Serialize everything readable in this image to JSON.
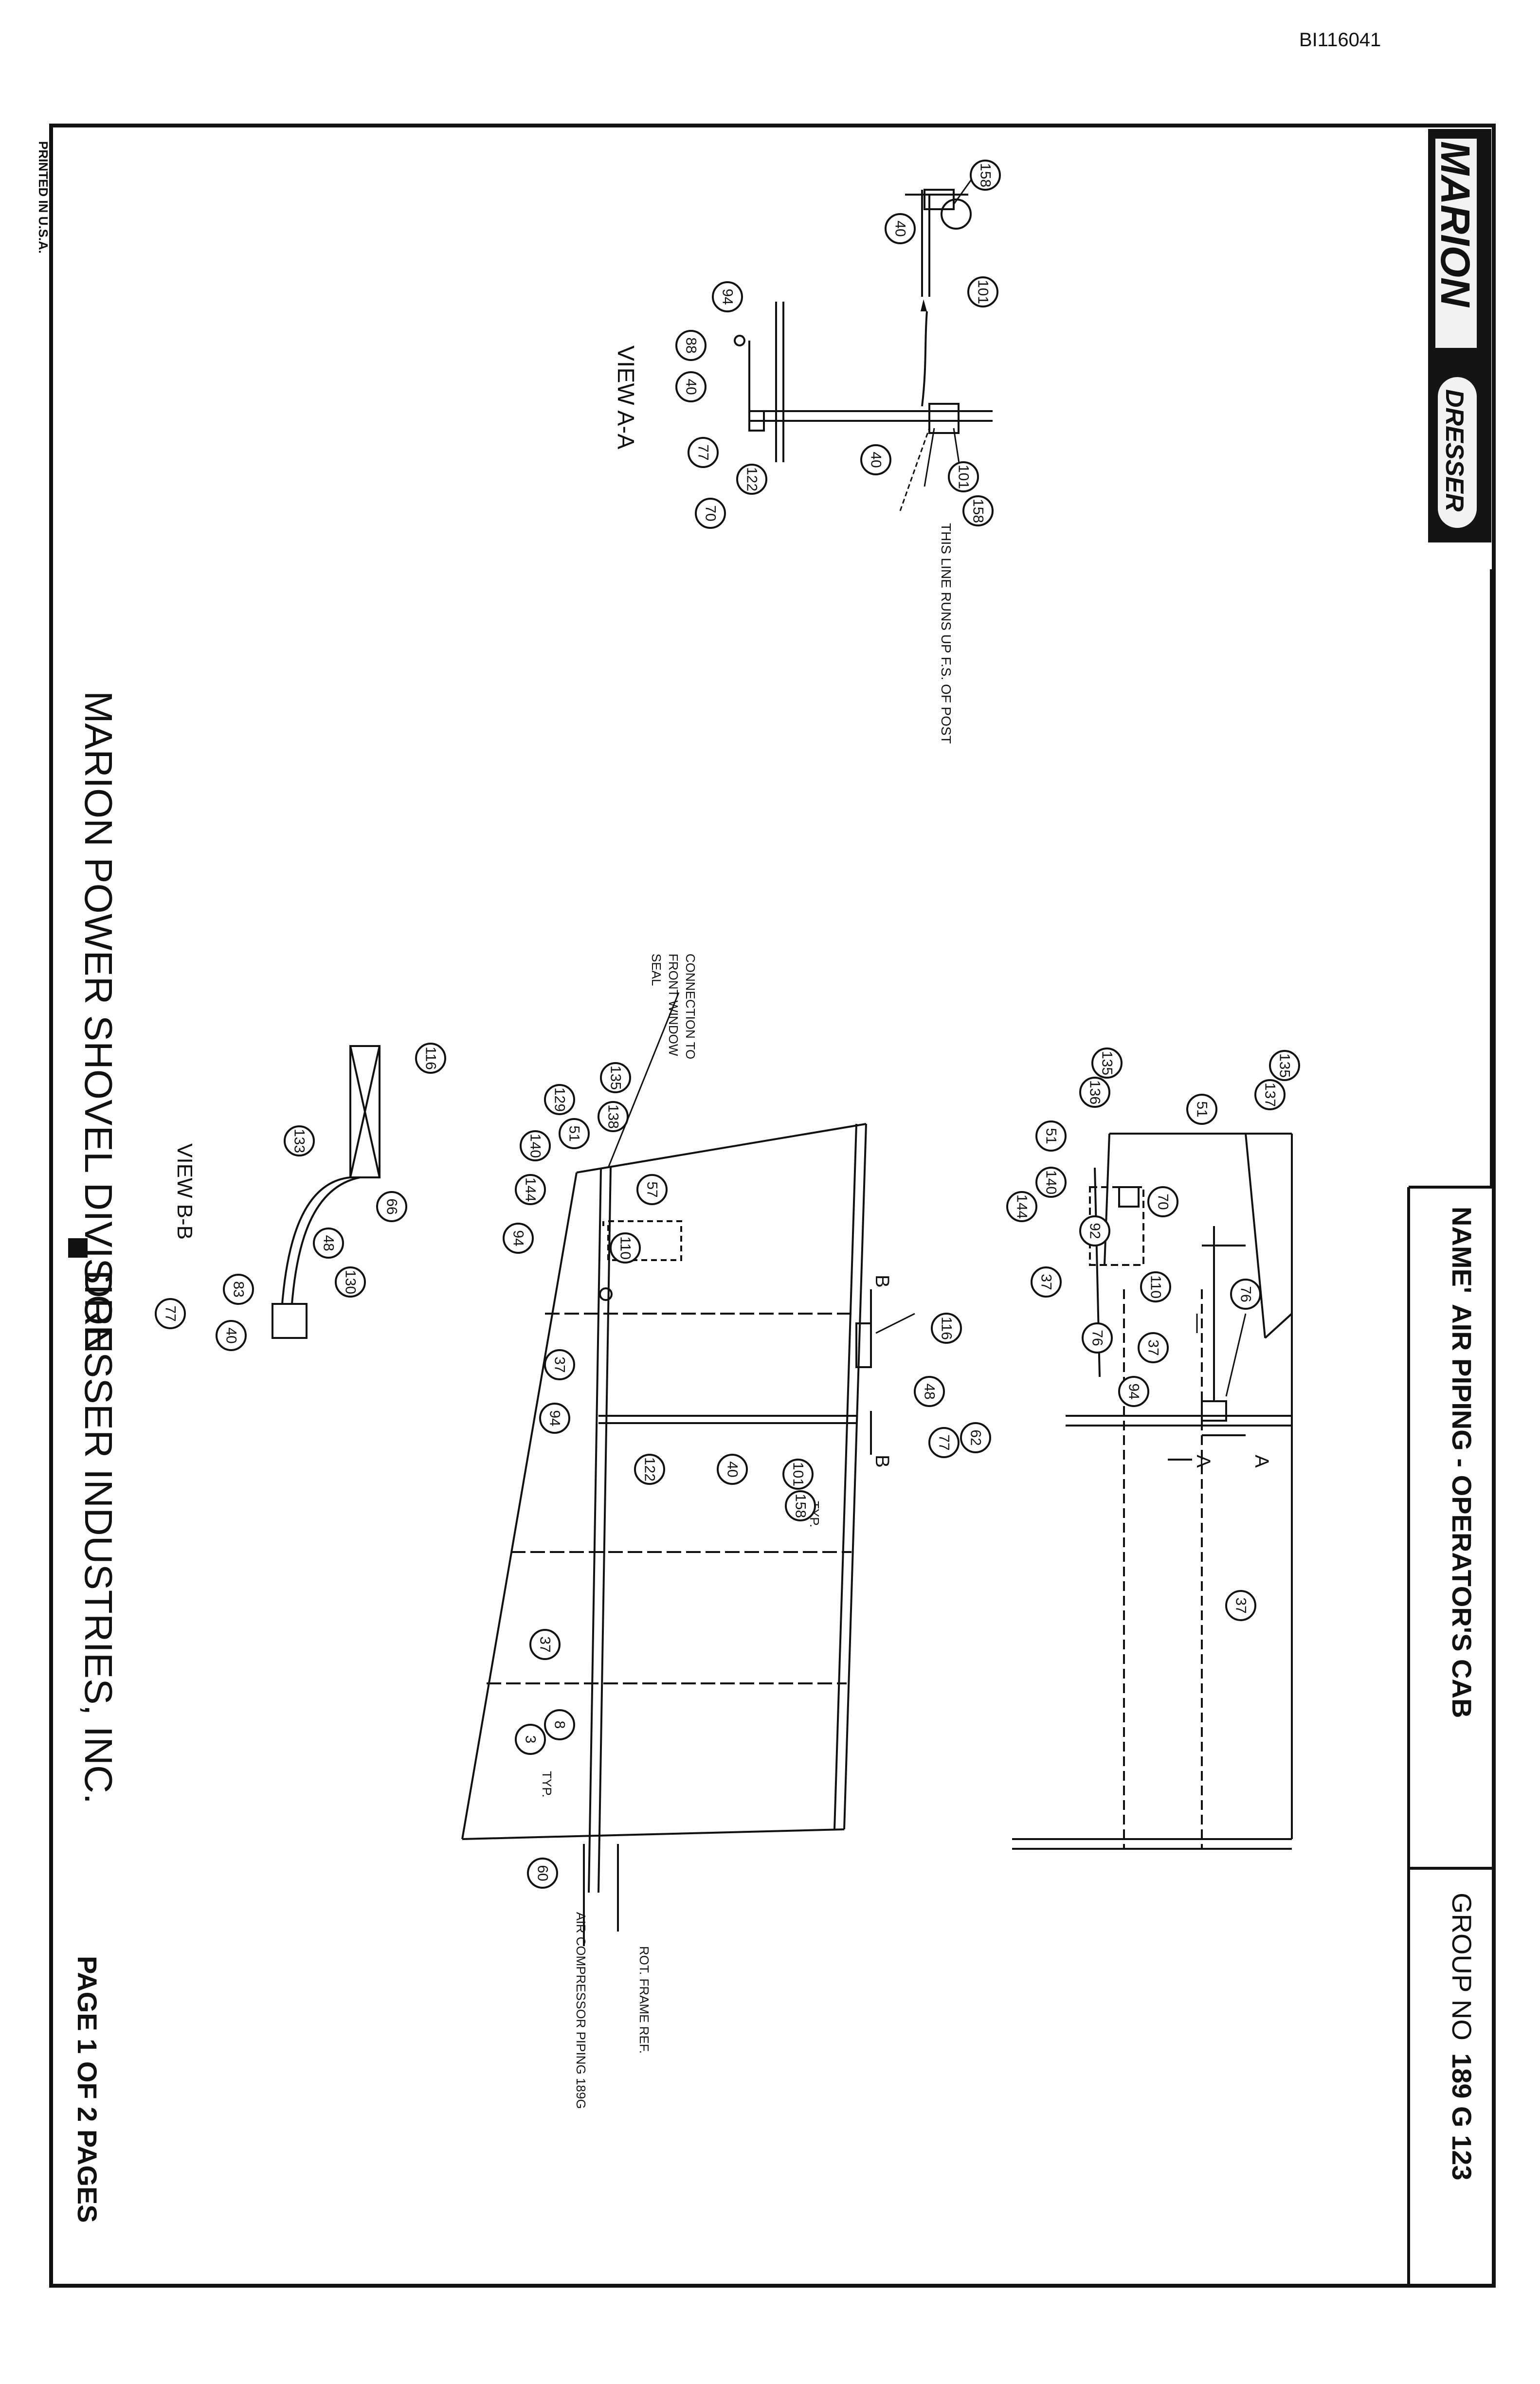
{
  "doc_id": "BI116041",
  "printed": "PRINTED IN U.S.A.",
  "brand": {
    "marion": "MARION",
    "dresser": "DRESSER"
  },
  "title_block": {
    "name_label": "NAME'",
    "name_value": "AIR PIPING - OPERATOR'S CAB",
    "group_label": "GROUP NO",
    "group_value": "189 G 123"
  },
  "footer": {
    "division": "MARION POWER SHOVEL DIVISION",
    "company": "DRESSER INDUSTRIES, INC.",
    "page": "PAGE 1 OF 2 PAGES"
  },
  "notes": {
    "view_aa": "VIEW A-A",
    "view_bb": "VIEW B-B",
    "post_line": "THIS LINE RUNS UP F.S. OF POST",
    "connection": [
      "CONNECTION TO",
      "FRONT WINDOW",
      "SEAL"
    ],
    "rot_frame": "ROT. FRAME REF.",
    "air_comp": "AIR COMPRESSOR PIPING 189G",
    "typ": "TYP.",
    "sec_a": "A",
    "sec_b": "B"
  },
  "callouts": {
    "aa_158a": "158",
    "aa_40a": "40",
    "aa_101a": "101",
    "aa_94": "94",
    "aa_88": "88",
    "aa_40b": "40",
    "aa_77": "77",
    "aa_70": "70",
    "aa_122": "122",
    "aa_40c": "40",
    "aa_101b": "101",
    "aa_158b": "158",
    "tr_135a": "135",
    "tr_137": "137",
    "tr_51a": "51",
    "tr_135b": "135",
    "tr_136": "136",
    "tr_51b": "51",
    "tr_140": "140",
    "tr_144": "144",
    "tr_70": "70",
    "tr_92": "92",
    "tr_37a": "37",
    "tr_110": "110",
    "tr_76a": "76",
    "tr_76b": "76",
    "tr_37b": "37",
    "tr_94": "94",
    "tr_37c": "37",
    "cm_135": "135",
    "cm_138": "138",
    "cm_129": "129",
    "cm_51": "51",
    "cm_140": "140",
    "cm_144": "144",
    "cm_57": "57",
    "cm_94a": "94",
    "cm_110": "110",
    "cm_116": "116",
    "cm_48": "48",
    "cm_77": "77",
    "cm_62": "62",
    "cm_37a": "37",
    "cm_94b": "94",
    "cm_122": "122",
    "cm_40": "40",
    "cm_101": "101",
    "cm_158": "158",
    "cm_37b": "37",
    "cm_8": "8",
    "cm_3": "3",
    "cm_60": "60",
    "bb_116": "116",
    "bb_133": "133",
    "bb_66": "66",
    "bb_48": "48",
    "bb_130": "130",
    "bb_83": "83",
    "bb_77": "77",
    "bb_40": "40"
  }
}
